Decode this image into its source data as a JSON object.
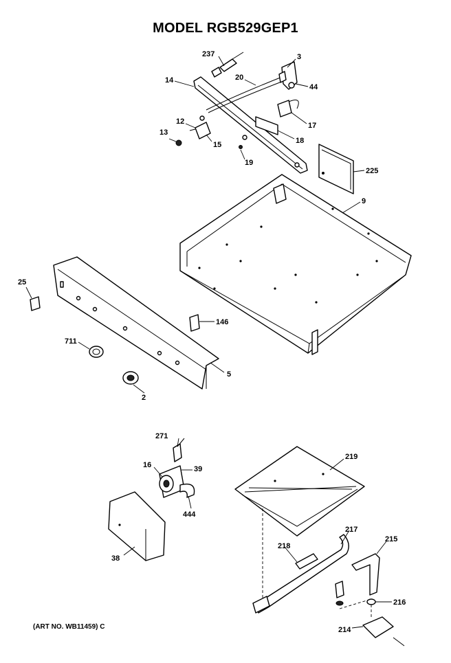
{
  "title": "MODEL RGB529GEP1",
  "footer": "(ART NO. WB11459) C",
  "callouts": {
    "c237": "237",
    "c3": "3",
    "c14": "14",
    "c20": "20",
    "c44": "44",
    "c12": "12",
    "c17": "17",
    "c13": "13",
    "c15": "15",
    "c18": "18",
    "c19": "19",
    "c225": "225",
    "c9": "9",
    "c25": "25",
    "c146": "146",
    "c711": "711",
    "c5": "5",
    "c2": "2",
    "c271": "271",
    "c16": "16",
    "c39": "39",
    "c219": "219",
    "c444": "444",
    "c38": "38",
    "c217": "217",
    "c215": "215",
    "c218": "218",
    "c216": "216",
    "c214": "214"
  }
}
